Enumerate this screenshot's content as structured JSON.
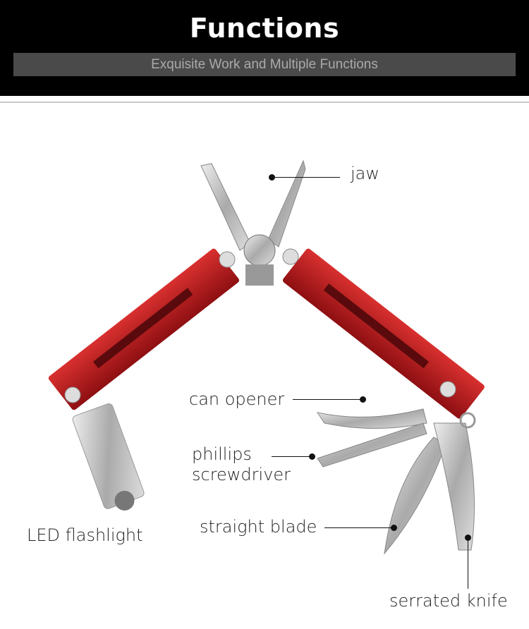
{
  "header": {
    "title": "Functions",
    "subtitle": "Exquisite Work and Multiple Functions"
  },
  "labels": {
    "jaw": "jaw",
    "can_opener": "can opener",
    "phillips_line1": "phillips",
    "phillips_line2": "screwdriver",
    "straight_blade": "straight blade",
    "serrated_knife": "serrated knife",
    "led_flashlight": "LED flashlight"
  },
  "colors": {
    "handle": "#b3191c",
    "steel": "#c8c8c8",
    "header_bg": "#000000",
    "subtitle_bar": "#4a4a4a"
  }
}
